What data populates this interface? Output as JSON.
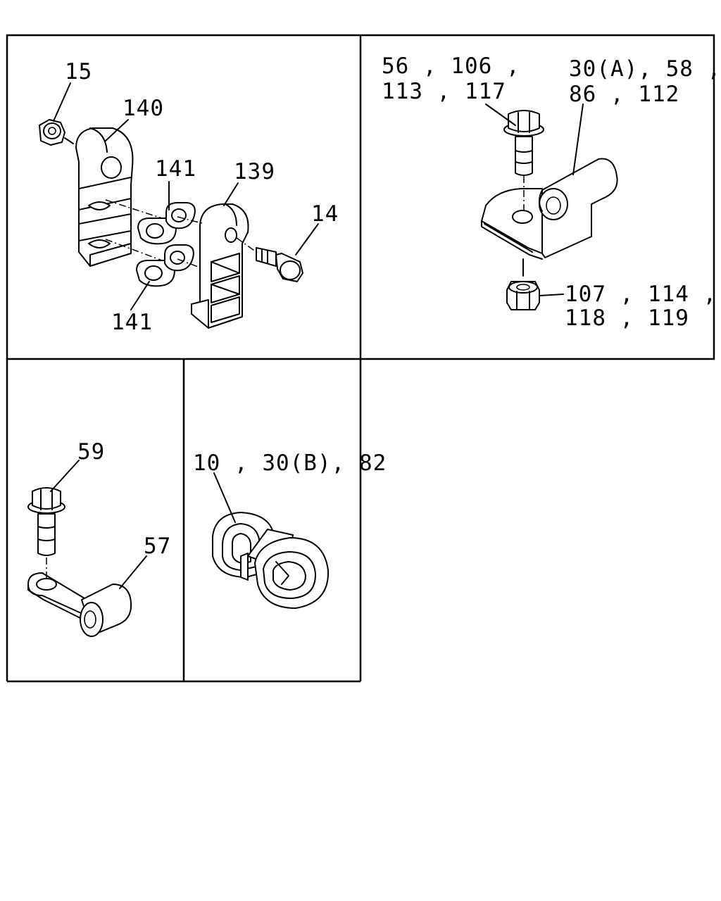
{
  "diagram": {
    "panels": {
      "top_left": {
        "labels": {
          "p15": "15",
          "p140": "140",
          "p141_top": "141",
          "p139": "139",
          "p14": "14",
          "p141_bottom": "141"
        }
      },
      "top_right": {
        "labels": {
          "bolt_line1": "56 , 106 ,",
          "bolt_line2": "113 , 117",
          "clip_line1": "30(A), 58 ,",
          "clip_line2": "86 , 112",
          "nut_line1": "107 , 114 ,",
          "nut_line2": "118 , 119"
        }
      },
      "bottom_left": {
        "labels": {
          "p59": "59",
          "p57": "57"
        }
      },
      "bottom_middle": {
        "labels": {
          "clamp": "10 , 30(B), 82"
        }
      }
    }
  }
}
